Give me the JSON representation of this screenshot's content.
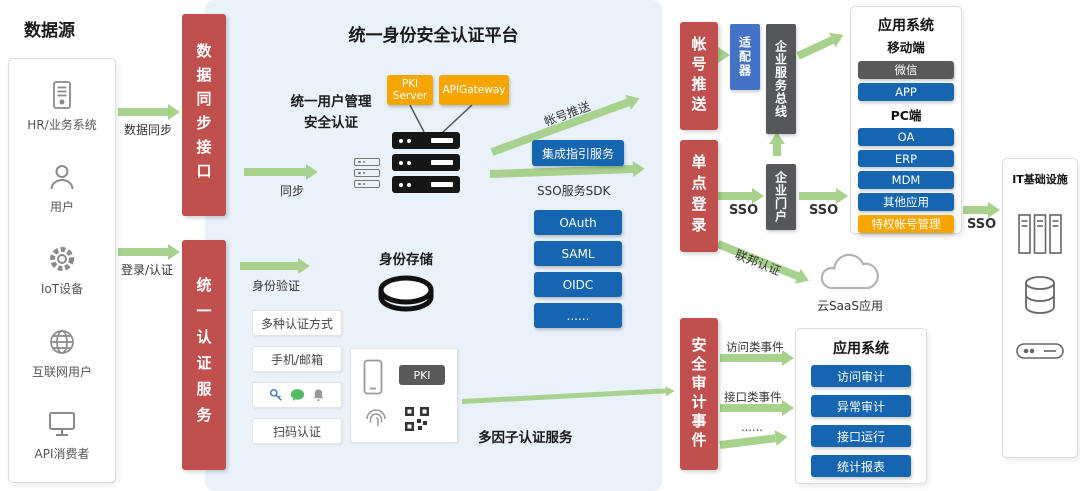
{
  "title": "统一身份安全认证平台",
  "datasource": {
    "title": "数据源",
    "items": [
      {
        "label": "HR/业务系统",
        "icon": "server-icon"
      },
      {
        "label": "用户",
        "icon": "user-icon"
      },
      {
        "label": "IoT设备",
        "icon": "gear-icon"
      },
      {
        "label": "互联网用户",
        "icon": "globe-icon"
      },
      {
        "label": "API消费者",
        "icon": "monitor-icon"
      }
    ]
  },
  "bars": {
    "data_sync_interface": "数据同步接口",
    "unified_auth_service": "统一认证服务",
    "account_push": "帐号推送",
    "sso_login": "单点登录",
    "security_audit": "安全审计事件"
  },
  "labels": {
    "data_sync": "数据同步",
    "login_auth": "登录/认证",
    "sync": "同步",
    "account_push": "帐号推送",
    "sso_sdk": "SSO服务SDK",
    "identity_verify": "身份验证",
    "user_mgmt_line1": "统一用户管理",
    "user_mgmt_line2": "安全认证",
    "identity_storage": "身份存储",
    "mfa": "多因子认证服务",
    "sso": "SSO",
    "federation": "联邦认证",
    "access_events": "访问类事件",
    "interface_events": "接口类事件",
    "dots": "......",
    "cloud_saas": "云SaaS应用"
  },
  "platform": {
    "pki_l1": "PKI",
    "pki_l2": "Server",
    "api_gateway": "APIGateway",
    "integration_guide": "集成指引服务",
    "protocols": [
      "OAuth",
      "SAML",
      "OIDC",
      "......"
    ],
    "auth_methods": [
      "多种认证方式",
      "手机/邮箱",
      "扫码认证"
    ],
    "pki_badge": "PKI"
  },
  "middle": {
    "adapter": "适配器",
    "esb": "企业服务总线",
    "portal": "企业门户"
  },
  "app_system": {
    "title": "应用系统",
    "mobile_label": "移动端",
    "wechat": "微信",
    "app": "APP",
    "pc_label": "PC端",
    "pc_items": [
      "OA",
      "ERP",
      "MDM",
      "其他应用"
    ],
    "privileged": "特权帐号管理"
  },
  "it_infra": {
    "title": "IT基础设施"
  },
  "audit_system": {
    "title": "应用系统",
    "items": [
      "访问审计",
      "异常审计",
      "接口运行",
      "统计报表"
    ]
  },
  "colors": {
    "red": "#c0504d",
    "blue": "#1565b0",
    "orange": "#f7a600",
    "dark": "#595959",
    "adapter_blue": "#4472c4",
    "green": "#a9d18e",
    "panel": "#e9f1f9"
  }
}
